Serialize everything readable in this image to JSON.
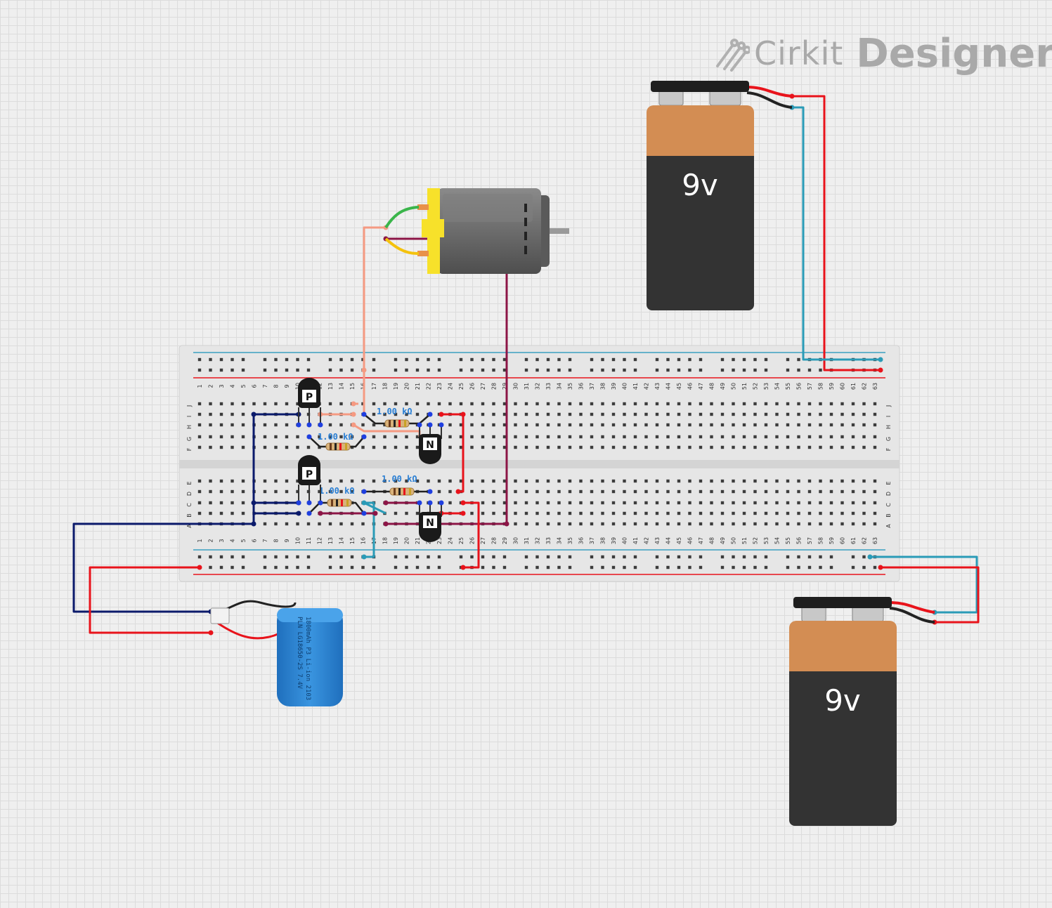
{
  "app": {
    "brand_word_1": "Cirkit",
    "brand_word_2": "Designer"
  },
  "breadboard": {
    "columns": 63,
    "row_letters_top": [
      "J",
      "I",
      "H",
      "G",
      "F"
    ],
    "row_letters_bottom": [
      "E",
      "D",
      "C",
      "B",
      "A"
    ]
  },
  "components": {
    "battery_top": {
      "label": "9v"
    },
    "battery_bottom": {
      "label": "9v"
    },
    "lipo_cell": {
      "text_line_1": "PLN LG18650-2S 7.4V",
      "text_line_2": "1800mAh  P3  Li-ion 2103"
    },
    "transistor_p_top": {
      "label": "P"
    },
    "transistor_p_bottom": {
      "label": "P"
    },
    "transistor_n_top": {
      "label": "N"
    },
    "transistor_n_bottom": {
      "label": "N"
    },
    "resistor_1": {
      "label": "1.00 kΩ"
    },
    "resistor_2": {
      "label": "1.00 kΩ"
    },
    "resistor_3": {
      "label": "1.00 kΩ"
    },
    "resistor_4": {
      "label": "1.00 kΩ"
    }
  },
  "colors": {
    "wire_navy": "#0b1a6b",
    "wire_red": "#e8131b",
    "wire_teal": "#2a9bb7",
    "wire_maroon": "#8c1546",
    "wire_salmon": "#f59a82",
    "wire_green": "#3ab54a",
    "wire_yellow": "#f4c20d",
    "rail_blue": "#3a9fc0",
    "rail_red": "#e8131b",
    "battery_copper": "#d38d53",
    "battery_body": "#333333",
    "lipo_blue": "#2d86d6",
    "motor_yellow": "#f7e12a",
    "motor_gray": "#6f6f6f"
  }
}
